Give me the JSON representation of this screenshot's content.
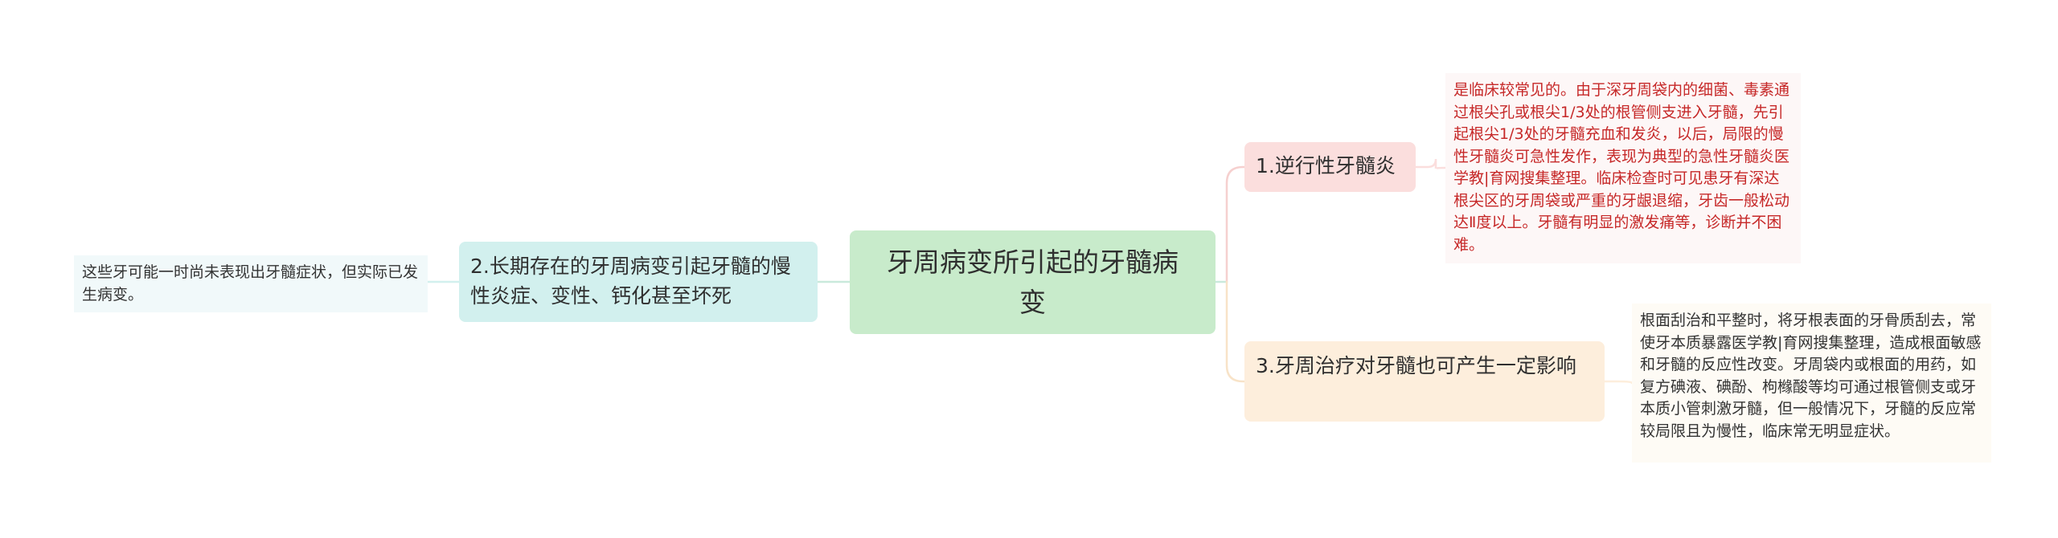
{
  "mindmap": {
    "center": {
      "text": "牙周病变所引起的牙髓病变"
    },
    "left_branch": {
      "text": "2.长期存在的牙周病变引起牙髓的慢性炎症、变性、钙化甚至坏死",
      "note": "这些牙可能一时尚未表现出牙髓症状，但实际已发生病变。"
    },
    "right_branches": [
      {
        "text": "1.逆行性牙髓炎",
        "note": "是临床较常见的。由于深牙周袋内的细菌、毒素通过根尖孔或根尖1/3处的根管侧支进入牙髓，先引起根尖1/3处的牙髓充血和发炎，以后，局限的慢性牙髓炎可急性发作，表现为典型的急性牙髓炎医学教|育网搜集整理。临床检查时可见患牙有深达根尖区的牙周袋或严重的牙龈退缩，牙齿一般松动达Ⅱ度以上。牙髓有明显的激发痛等，诊断并不困难。"
      },
      {
        "text": "3.牙周治疗对牙髓也可产生一定影响",
        "note": "根面刮治和平整时，将牙根表面的牙骨质刮去，常使牙本质暴露医学教|育网搜集整理，造成根面敏感和牙髓的反应性改变。牙周袋内或根面的用药，如复方碘液、碘酚、枸橼酸等均可通过根管侧支或牙本质小管刺激牙髓，但一般情况下，牙髓的反应常较局限且为慢性，临床常无明显症状。"
      }
    ]
  },
  "colors": {
    "connector": "#c9e9dc",
    "center_fill": "#c8ebcb",
    "left_branch_fill": "#d2f0ee",
    "branch1_fill": "#fbdedd",
    "branch3_fill": "#fdeedc",
    "note1_text": "#c62828"
  }
}
